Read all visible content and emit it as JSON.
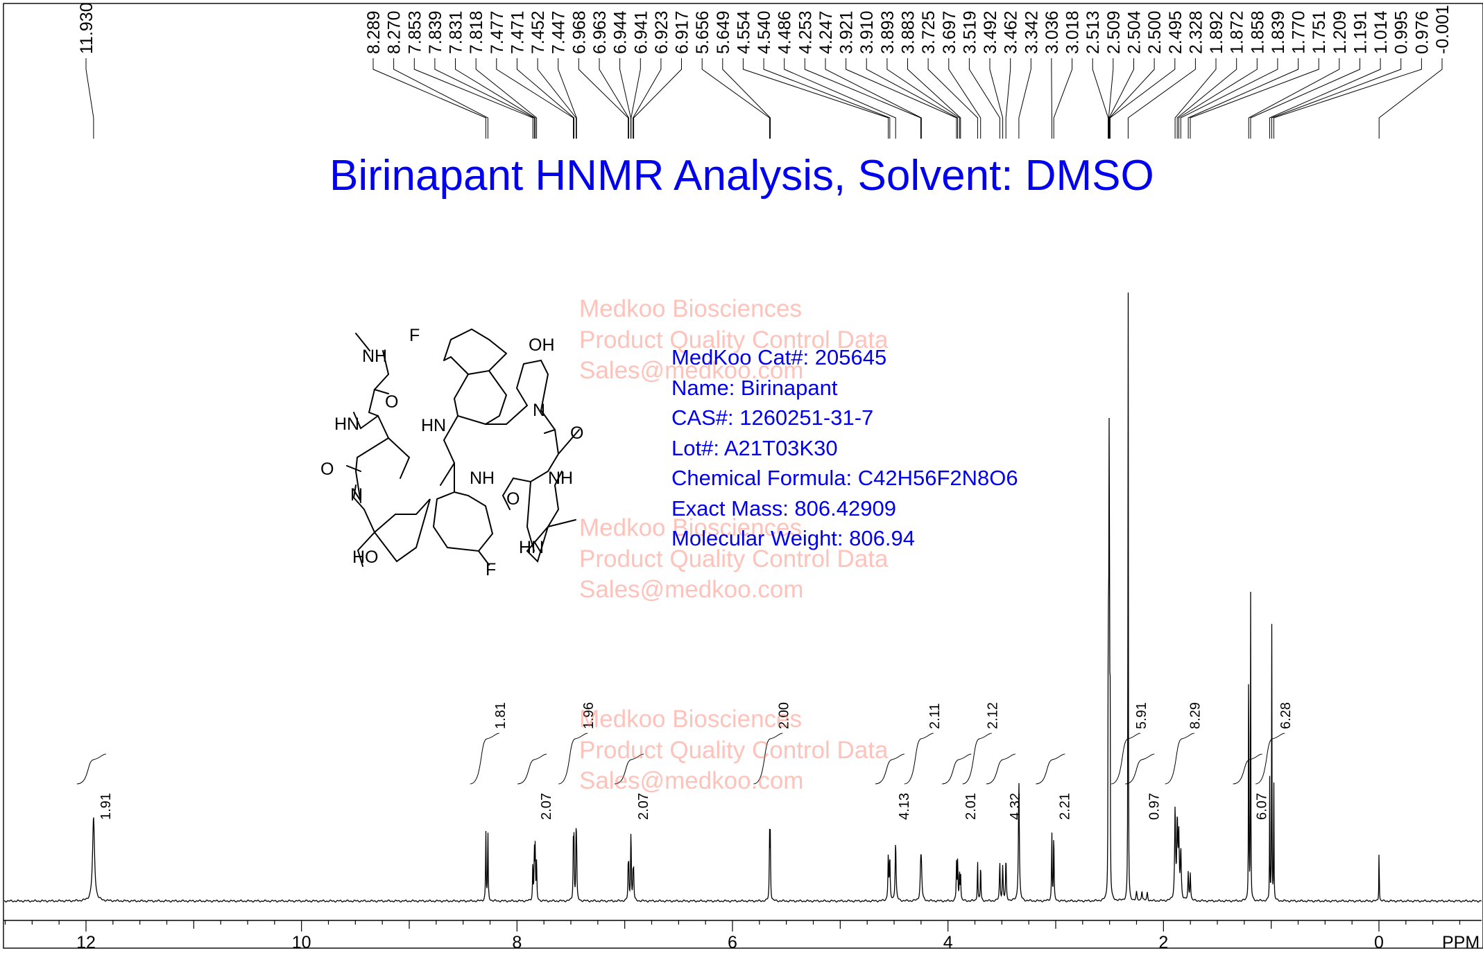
{
  "title": "Birinapant HNMR Analysis, Solvent: DMSO",
  "info": [
    "MedKoo Cat#: 205645",
    "Name: Birinapant",
    "CAS#: 1260251-31-7",
    "Lot#: A21T03K30",
    "Chemical Formula: C42H56F2N8O6",
    "Exact Mass: 806.42909",
    "Molecular Weight: 806.94"
  ],
  "watermark": [
    "Medkoo Biosciences",
    "Product Quality Control Data",
    "Sales@medkoo.com"
  ],
  "colors": {
    "title": "#0000ee",
    "watermark": "#ff6e5a",
    "spectrum": "#000000"
  },
  "chart_data": {
    "type": "line",
    "xlabel": "PPM",
    "xlim": [
      13.1,
      -1.0
    ],
    "x_reversed": true,
    "x_ticks": [
      12,
      10,
      8,
      6,
      4,
      2,
      0
    ],
    "peak_labels": [
      "11.930",
      "8.289",
      "8.270",
      "7.853",
      "7.839",
      "7.831",
      "7.818",
      "7.477",
      "7.471",
      "7.452",
      "7.447",
      "6.968",
      "6.963",
      "6.944",
      "6.941",
      "6.923",
      "6.917",
      "5.656",
      "5.649",
      "4.554",
      "4.540",
      "4.486",
      "4.253",
      "4.247",
      "3.921",
      "3.910",
      "3.893",
      "3.883",
      "3.725",
      "3.697",
      "3.519",
      "3.492",
      "3.462",
      "3.342",
      "3.036",
      "3.018",
      "2.513",
      "2.509",
      "2.504",
      "2.500",
      "2.495",
      "2.328",
      "1.892",
      "1.872",
      "1.858",
      "1.839",
      "1.770",
      "1.751",
      "1.209",
      "1.191",
      "1.014",
      "0.995",
      "0.976",
      "-0.001"
    ],
    "integrals": [
      {
        "x": 11.93,
        "value": "1.91"
      },
      {
        "x": 8.28,
        "value": "1.81"
      },
      {
        "x": 7.84,
        "value": "2.07"
      },
      {
        "x": 7.46,
        "value": "1.96"
      },
      {
        "x": 6.94,
        "value": "2.07"
      },
      {
        "x": 5.65,
        "value": "2.00"
      },
      {
        "x": 4.52,
        "value": "4.13"
      },
      {
        "x": 4.25,
        "value": "2.11"
      },
      {
        "x": 3.9,
        "value": "2.01"
      },
      {
        "x": 3.71,
        "value": "2.12"
      },
      {
        "x": 3.49,
        "value": "4.32"
      },
      {
        "x": 3.03,
        "value": "2.21"
      },
      {
        "x": 2.33,
        "value": "5.91"
      },
      {
        "x": 2.2,
        "value": "0.97"
      },
      {
        "x": 1.83,
        "value": "8.29"
      },
      {
        "x": 1.2,
        "value": "6.07"
      },
      {
        "x": 0.99,
        "value": "6.28"
      }
    ],
    "peaks": [
      {
        "x": 11.93,
        "h": 0.12,
        "w": 0.022
      },
      {
        "x": 8.289,
        "h": 0.1,
        "w": 0.006
      },
      {
        "x": 8.27,
        "h": 0.1,
        "w": 0.006
      },
      {
        "x": 7.853,
        "h": 0.055,
        "w": 0.006
      },
      {
        "x": 7.839,
        "h": 0.075,
        "w": 0.006
      },
      {
        "x": 7.831,
        "h": 0.075,
        "w": 0.006
      },
      {
        "x": 7.818,
        "h": 0.055,
        "w": 0.006
      },
      {
        "x": 7.477,
        "h": 0.08,
        "w": 0.006
      },
      {
        "x": 7.471,
        "h": 0.08,
        "w": 0.006
      },
      {
        "x": 7.452,
        "h": 0.08,
        "w": 0.006
      },
      {
        "x": 7.447,
        "h": 0.08,
        "w": 0.006
      },
      {
        "x": 6.968,
        "h": 0.045,
        "w": 0.006
      },
      {
        "x": 6.963,
        "h": 0.045,
        "w": 0.006
      },
      {
        "x": 6.944,
        "h": 0.06,
        "w": 0.006
      },
      {
        "x": 6.941,
        "h": 0.06,
        "w": 0.006
      },
      {
        "x": 6.923,
        "h": 0.04,
        "w": 0.006
      },
      {
        "x": 6.917,
        "h": 0.04,
        "w": 0.006
      },
      {
        "x": 5.656,
        "h": 0.09,
        "w": 0.006
      },
      {
        "x": 5.649,
        "h": 0.09,
        "w": 0.006
      },
      {
        "x": 4.554,
        "h": 0.065,
        "w": 0.008
      },
      {
        "x": 4.54,
        "h": 0.06,
        "w": 0.008
      },
      {
        "x": 4.486,
        "h": 0.085,
        "w": 0.01
      },
      {
        "x": 4.253,
        "h": 0.042,
        "w": 0.012
      },
      {
        "x": 4.247,
        "h": 0.042,
        "w": 0.012
      },
      {
        "x": 3.921,
        "h": 0.055,
        "w": 0.006
      },
      {
        "x": 3.91,
        "h": 0.06,
        "w": 0.006
      },
      {
        "x": 3.893,
        "h": 0.045,
        "w": 0.006
      },
      {
        "x": 3.883,
        "h": 0.04,
        "w": 0.006
      },
      {
        "x": 3.725,
        "h": 0.06,
        "w": 0.006
      },
      {
        "x": 3.697,
        "h": 0.055,
        "w": 0.006
      },
      {
        "x": 3.519,
        "h": 0.055,
        "w": 0.008
      },
      {
        "x": 3.492,
        "h": 0.05,
        "w": 0.008
      },
      {
        "x": 3.462,
        "h": 0.06,
        "w": 0.008
      },
      {
        "x": 3.342,
        "h": 0.175,
        "w": 0.01
      },
      {
        "x": 3.036,
        "h": 0.1,
        "w": 0.006
      },
      {
        "x": 3.018,
        "h": 0.1,
        "w": 0.006
      },
      {
        "x": 2.513,
        "h": 0.3,
        "w": 0.004
      },
      {
        "x": 2.509,
        "h": 0.42,
        "w": 0.004
      },
      {
        "x": 2.504,
        "h": 0.55,
        "w": 0.004
      },
      {
        "x": 2.5,
        "h": 0.38,
        "w": 0.004
      },
      {
        "x": 2.495,
        "h": 0.25,
        "w": 0.004
      },
      {
        "x": 2.328,
        "h": 1.0,
        "w": 0.004
      },
      {
        "x": 2.25,
        "h": 0.012,
        "w": 0.01
      },
      {
        "x": 2.2,
        "h": 0.015,
        "w": 0.01
      },
      {
        "x": 2.15,
        "h": 0.012,
        "w": 0.01
      },
      {
        "x": 1.892,
        "h": 0.13,
        "w": 0.01
      },
      {
        "x": 1.872,
        "h": 0.11,
        "w": 0.01
      },
      {
        "x": 1.858,
        "h": 0.09,
        "w": 0.01
      },
      {
        "x": 1.839,
        "h": 0.07,
        "w": 0.01
      },
      {
        "x": 1.77,
        "h": 0.04,
        "w": 0.008
      },
      {
        "x": 1.751,
        "h": 0.04,
        "w": 0.008
      },
      {
        "x": 1.209,
        "h": 0.44,
        "w": 0.004
      },
      {
        "x": 1.191,
        "h": 0.44,
        "w": 0.004
      },
      {
        "x": 1.014,
        "h": 0.175,
        "w": 0.004
      },
      {
        "x": 0.995,
        "h": 0.41,
        "w": 0.004
      },
      {
        "x": 0.976,
        "h": 0.185,
        "w": 0.004
      },
      {
        "x": -0.001,
        "h": 0.085,
        "w": 0.004
      }
    ]
  }
}
